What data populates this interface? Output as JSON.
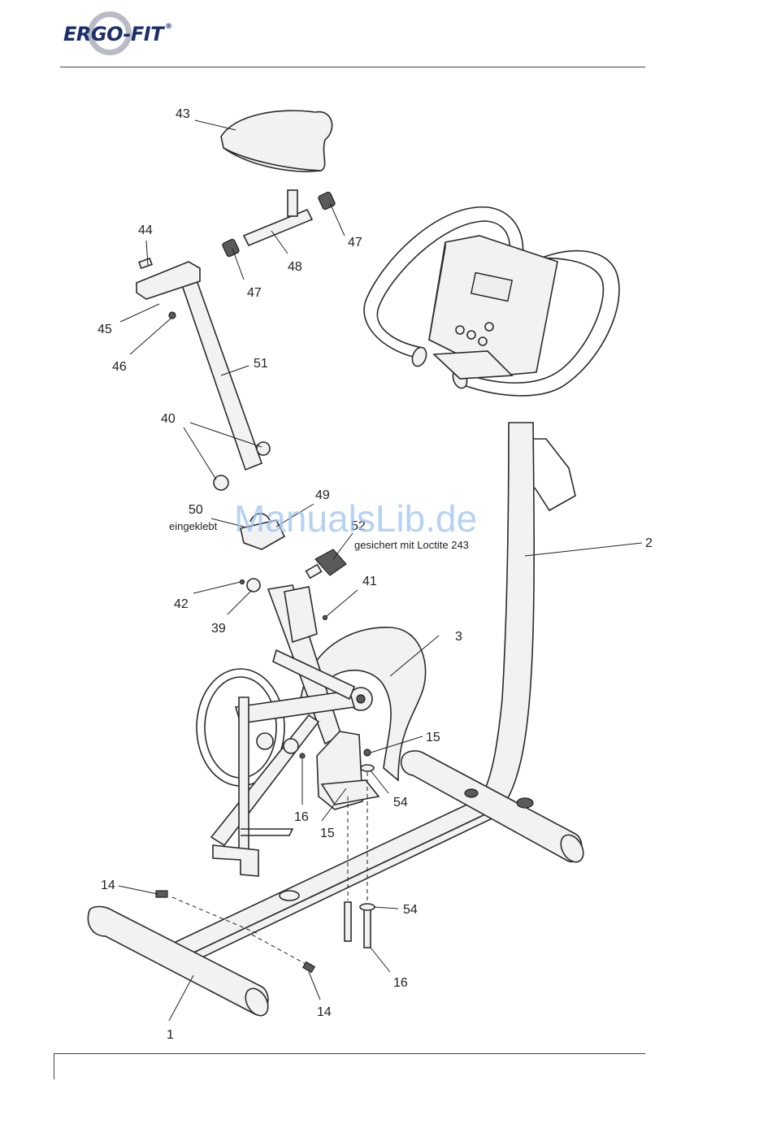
{
  "brand": {
    "logo_text": "ERGO-FIT",
    "registered": "®"
  },
  "watermark": "ManualsLib.de",
  "notes": {
    "glued": "eingeklebt",
    "loctite": "gesichert mit Loctite 243"
  },
  "part_labels": {
    "p43": "43",
    "p44": "44",
    "p45": "45",
    "p46": "46",
    "p47a": "47",
    "p47b": "47",
    "p48": "48",
    "p51": "51",
    "p40": "40",
    "p50": "50",
    "p49": "49",
    "p52": "52",
    "p41": "41",
    "p42": "42",
    "p39": "39",
    "p3": "3",
    "p2": "2",
    "p15a": "15",
    "p15b": "15",
    "p54a": "54",
    "p54b": "54",
    "p16a": "16",
    "p16b": "16",
    "p14a": "14",
    "p14b": "14",
    "p1": "1"
  }
}
